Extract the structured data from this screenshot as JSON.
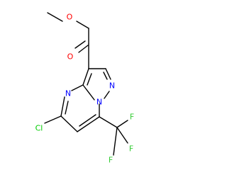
{
  "atoms": {
    "ester_oxygen": {
      "label": "O",
      "color": "#ff0000"
    },
    "carbonyl_oxygen": {
      "label": "O",
      "color": "#ff0000"
    },
    "pyrazole_n2": {
      "label": "N",
      "color": "#0000ff"
    },
    "pyrazole_n1": {
      "label": "N",
      "color": "#0000ff"
    },
    "pyrimidine_n4": {
      "label": "N",
      "color": "#0000ff"
    },
    "chlorine": {
      "label": "Cl",
      "color": "#00cc00"
    },
    "fluorine_1": {
      "label": "F",
      "color": "#33cc33"
    },
    "fluorine_2": {
      "label": "F",
      "color": "#33cc33"
    },
    "fluorine_3": {
      "label": "F",
      "color": "#33cc33"
    }
  },
  "bond_color": "#000000"
}
